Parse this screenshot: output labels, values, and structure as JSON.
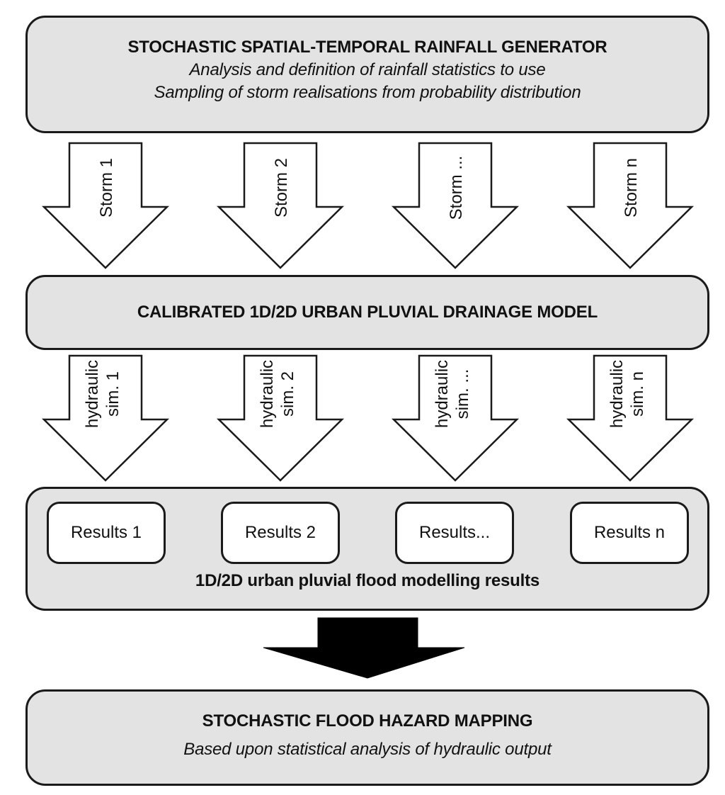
{
  "generator": {
    "title": "STOCHASTIC SPATIAL-TEMPORAL RAINFALL GENERATOR",
    "line1": "Analysis and definition of rainfall statistics to use",
    "line2": "Sampling of storm realisations from probability distribution"
  },
  "storm_arrows": [
    "Storm 1",
    "Storm 2",
    "Storm ...",
    "Storm n"
  ],
  "model": {
    "title": "CALIBRATED 1D/2D URBAN PLUVIAL DRAINAGE MODEL"
  },
  "hydraulic_arrows": [
    {
      "line1": "hydraulic",
      "line2": "sim. 1"
    },
    {
      "line1": "hydraulic",
      "line2": "sim. 2"
    },
    {
      "line1": "hydraulic",
      "line2": "sim. ..."
    },
    {
      "line1": "hydraulic",
      "line2": "sim. n"
    }
  ],
  "results": {
    "items": [
      "Results 1",
      "Results 2",
      "Results...",
      "Results n"
    ],
    "caption": "1D/2D urban pluvial flood modelling results"
  },
  "hazard": {
    "title": "STOCHASTIC FLOOD HAZARD MAPPING",
    "subtitle": "Based upon statistical analysis of hydraulic output"
  },
  "colors": {
    "box_fill": "#e3e3e3",
    "border": "#1a1a1a",
    "arrow_fill": "#ffffff",
    "big_arrow_fill": "#000000"
  }
}
